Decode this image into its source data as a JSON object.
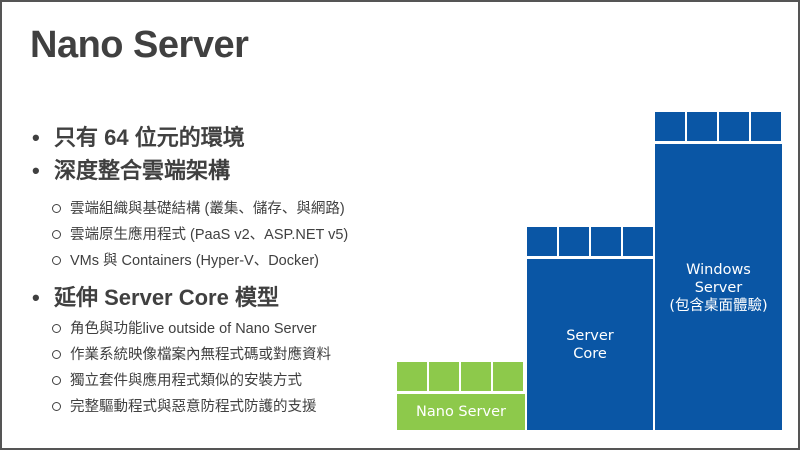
{
  "title": "Nano Server",
  "bullets": [
    {
      "text": "只有 64 位元的環境",
      "sub": []
    },
    {
      "text": "深度整合雲端架構",
      "sub": [
        "雲端組織與基礎結構 (叢集、儲存、與網路)",
        "雲端原生應用程式 (PaaS v2、ASP.NET v5)",
        "VMs 與 Containers (Hyper-V、Docker)"
      ]
    },
    {
      "text": "延伸 Server Core 模型",
      "sub": [
        "角色與功能live outside of Nano Server",
        "作業系統映像檔案內無程式碼或對應資料",
        "獨立套件與應用程式類似的安裝方式",
        "完整驅動程式與惡意防程式防護的支援"
      ]
    }
  ],
  "diagram": {
    "nano": {
      "label": "Nano Server",
      "color": "#8dc94b"
    },
    "core": {
      "label_line1": "Server",
      "label_line2": "Core",
      "color": "#0a56a5"
    },
    "windows": {
      "label_line1": "Windows",
      "label_line2": "Server",
      "label_line3": "(包含桌面體驗)",
      "color": "#0a56a5"
    }
  }
}
